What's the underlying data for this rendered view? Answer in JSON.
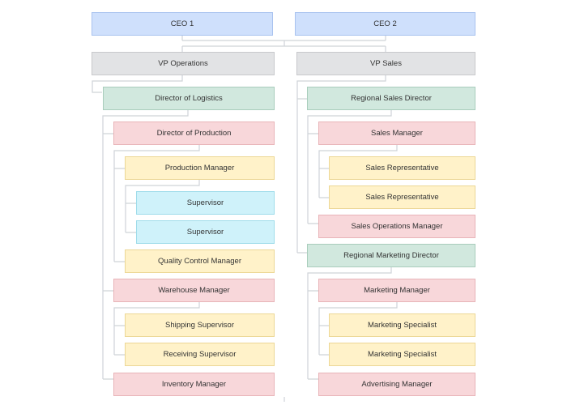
{
  "chart": {
    "ceo1": "CEO 1",
    "ceo2": "CEO 2",
    "ops": {
      "vp": "VP Operations",
      "director_logistics": "Director of Logistics",
      "director_production": "Director of Production",
      "production_manager": "Production Manager",
      "supervisor_1": "Supervisor",
      "supervisor_2": "Supervisor",
      "quality_control_manager": "Quality Control Manager",
      "warehouse_manager": "Warehouse Manager",
      "shipping_supervisor": "Shipping Supervisor",
      "receiving_supervisor": "Receiving Supervisor",
      "inventory_manager": "Inventory Manager"
    },
    "sales": {
      "vp": "VP Sales",
      "regional_sales_director": "Regional Sales Director",
      "sales_manager": "Sales Manager",
      "sales_rep_1": "Sales Representative",
      "sales_rep_2": "Sales Representative",
      "sales_operations_manager": "Sales Operations Manager",
      "regional_marketing_director": "Regional Marketing Director",
      "marketing_manager": "Marketing Manager",
      "marketing_specialist_1": "Marketing Specialist",
      "marketing_specialist_2": "Marketing Specialist",
      "advertising_manager": "Advertising Manager"
    }
  },
  "colors": {
    "ceo": "#cfe0fc",
    "vp": "#e2e3e5",
    "director": "#d1e8de",
    "manager": "#f8d7da",
    "supervisor": "#fff2c9",
    "level5": "#cff2fa",
    "connector": "#cfd3d8"
  }
}
